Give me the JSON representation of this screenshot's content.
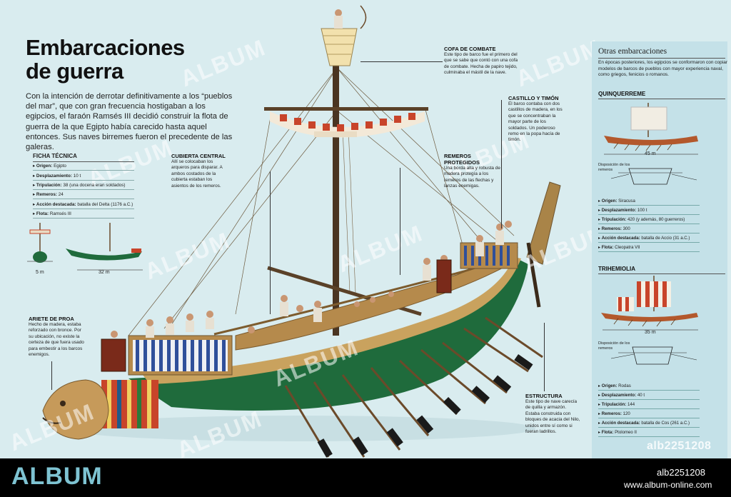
{
  "title": {
    "line1": "Embarcaciones",
    "line2": "de guerra"
  },
  "intro": "Con la intención de derrotar definitivamente a los “pueblos del mar”, que con gran frecuencia hostigaban a los egipcios, el faraón Ramsés III decidió construir la flota de guerra de la que Egipto había carecido hasta aquel entonces. Sus naves birremes fueron el precedente de las galeras.",
  "ficha": {
    "heading": "FICHA TÉCNICA",
    "rows": [
      {
        "label": "Origen:",
        "value": "Egipto"
      },
      {
        "label": "Desplazamiento:",
        "value": "10 t"
      },
      {
        "label": "Tripulación:",
        "value": "38 (una docena eran soldados)"
      },
      {
        "label": "Remeros:",
        "value": "24"
      },
      {
        "label": "Acción destacada:",
        "value": "batalla del Delta (1176 a.C.)"
      },
      {
        "label": "Flota:",
        "value": "Ramsés III"
      }
    ],
    "dim_width": "5 m",
    "dim_length": "32 m"
  },
  "annotations": {
    "cofa": {
      "title": "COFA DE COMBATE",
      "text": "Este tipo de barco fue el primero del que se sabe que contó con una cofa de combate. Hecha de papiro tejido, culminaba el mástil de la nave."
    },
    "castillo": {
      "title": "CASTILLO Y TIMÓN",
      "text": "El barco contaba con dos castillos de madera, en los que se concentraban la mayor parte de los soldados. Un poderoso remo en la popa hacía de timón."
    },
    "cubierta": {
      "title": "CUBIERTA CENTRAL",
      "text": "Allí se colocaban los arqueros para disparar. A ambos costados de la cubierta estaban los asientos de los remeros."
    },
    "remeros": {
      "title": "REMEROS PROTEGIDOS",
      "text": "Una borda alta y robusta de madera protegía a los remeros de las flechas y lanzas enemigas."
    },
    "ariete": {
      "title": "ARIETE DE PROA",
      "text": "Hecho de madera, estaba reforzado con bronce. Por su ubicación, no existe la certeza de que fuera usado para embestir a los barcos enemigos."
    },
    "estructura": {
      "title": "ESTRUCTURA",
      "text": "Este tipo de nave carecía de quilla y armazón. Estaba construida con bloques de acacia del Nilo, unidos entre sí como si fueran ladrillos."
    }
  },
  "side": {
    "title": "Otras embarcaciones",
    "intro": "En épocas posteriores, los egipcios se conformaron con copiar modelos de barcos de pueblos con mayor experiencia naval, como griegos, fenicios o romanos.",
    "ships": [
      {
        "name": "QUINQUERREME",
        "length": "45 m",
        "disposicion": "Disposición de los remeros",
        "rows": [
          {
            "label": "Origen:",
            "value": "Siracusa"
          },
          {
            "label": "Desplazamiento:",
            "value": "100 t"
          },
          {
            "label": "Tripulación:",
            "value": "420 (y además, 80 guerreros)"
          },
          {
            "label": "Remeros:",
            "value": "300"
          },
          {
            "label": "Acción destacada:",
            "value": "batalla de Accio (31 a.C.)"
          },
          {
            "label": "Flota:",
            "value": "Cleopatra VII"
          }
        ]
      },
      {
        "name": "TRIHEMIOLIA",
        "length": "35 m",
        "disposicion": "Disposición de los remeros",
        "rows": [
          {
            "label": "Origen:",
            "value": "Rodas"
          },
          {
            "label": "Desplazamiento:",
            "value": "40 t"
          },
          {
            "label": "Tripulación:",
            "value": "144"
          },
          {
            "label": "Remeros:",
            "value": "120"
          },
          {
            "label": "Acción destacada:",
            "value": "batalla de Cos (261 a.C.)"
          },
          {
            "label": "Flota:",
            "value": "Ptolomeo II"
          }
        ]
      }
    ]
  },
  "watermark": {
    "text": "ALBUM"
  },
  "stock_id": "alb2251208",
  "footer": {
    "logo": "ALBUM",
    "id": "alb2251208",
    "url": "www.album-online.com"
  },
  "colors": {
    "background": "#d9ecef",
    "side_panel": "#c4e1e8",
    "hull_green": "#1f6b3c",
    "wood": "#b58a4c",
    "sail_red": "#c8442a",
    "footer": "#000000"
  }
}
